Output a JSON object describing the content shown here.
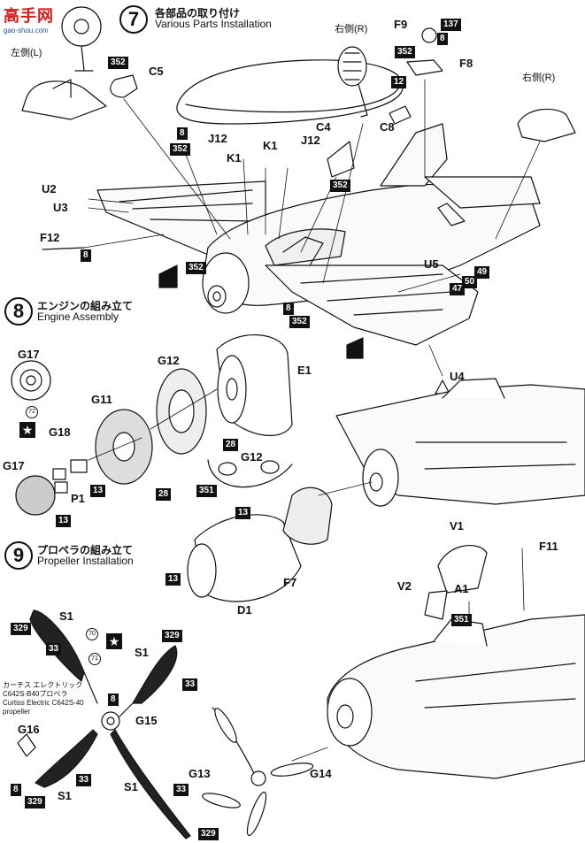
{
  "watermark": {
    "line1": "高手网",
    "line2": "gao-shou.com"
  },
  "steps": [
    {
      "num": "7",
      "ja": "各部品の取り付け",
      "en": "Various Parts Installation"
    },
    {
      "num": "8",
      "ja": "エンジンの組み立て",
      "en": "Engine Assembly"
    },
    {
      "num": "9",
      "ja": "プロペラの組み立て",
      "en": "Propeller Installation"
    }
  ],
  "side_labels": {
    "left": "左側(L)",
    "right_top": "右側(R)",
    "right_side": "右側(R)"
  },
  "part_labels": {
    "C5": "C5",
    "C4": "C4",
    "C8": "C8",
    "F9": "F9",
    "F8": "F8",
    "J12a": "J12",
    "J12b": "J12",
    "K1a": "K1",
    "K1b": "K1",
    "U2": "U2",
    "U3": "U3",
    "F12": "F12",
    "U5": "U5",
    "U4": "U4",
    "G17a": "G17",
    "G12a": "G12",
    "E1": "E1",
    "G11": "G11",
    "G18": "G18",
    "G17b": "G17",
    "P1": "P1",
    "G12b": "G12",
    "F7": "F7",
    "D1": "D1",
    "V1": "V1",
    "F11": "F11",
    "V2": "V2",
    "A1": "A1",
    "S1a": "S1",
    "S1b": "S1",
    "S1c": "S1",
    "S1d": "S1",
    "G15": "G15",
    "G16": "G16",
    "G13": "G13",
    "G14": "G14"
  },
  "paint_codes": {
    "c352a": "352",
    "c137": "137",
    "c8a": "8",
    "c352b": "352",
    "c12": "12",
    "c8b": "8",
    "c352c": "352",
    "c8c": "8",
    "c352d": "352",
    "c8d": "8",
    "c352e": "352",
    "c49": "49",
    "c50": "50",
    "c47": "47",
    "c28a": "28",
    "c28b": "28",
    "c13a": "13",
    "c13b": "13",
    "c351a": "351",
    "c13c": "13",
    "c13d": "13",
    "c351b": "351",
    "c329a": "329",
    "c33a": "33",
    "c329b": "329",
    "c33b": "33",
    "c8e": "8",
    "c8f": "8",
    "c329c": "329",
    "c33c": "33",
    "c33d": "33",
    "c329d": "329",
    "c352f": "352"
  },
  "decal_numbers": {
    "d72": "72",
    "d70": "70",
    "d71": "71"
  },
  "propeller_note": {
    "l1": "カーチス エレクトリック",
    "l2": "C642S-B40プロペラ",
    "l3": "Curtiss Electric C642S-40",
    "l4": "propeller"
  }
}
